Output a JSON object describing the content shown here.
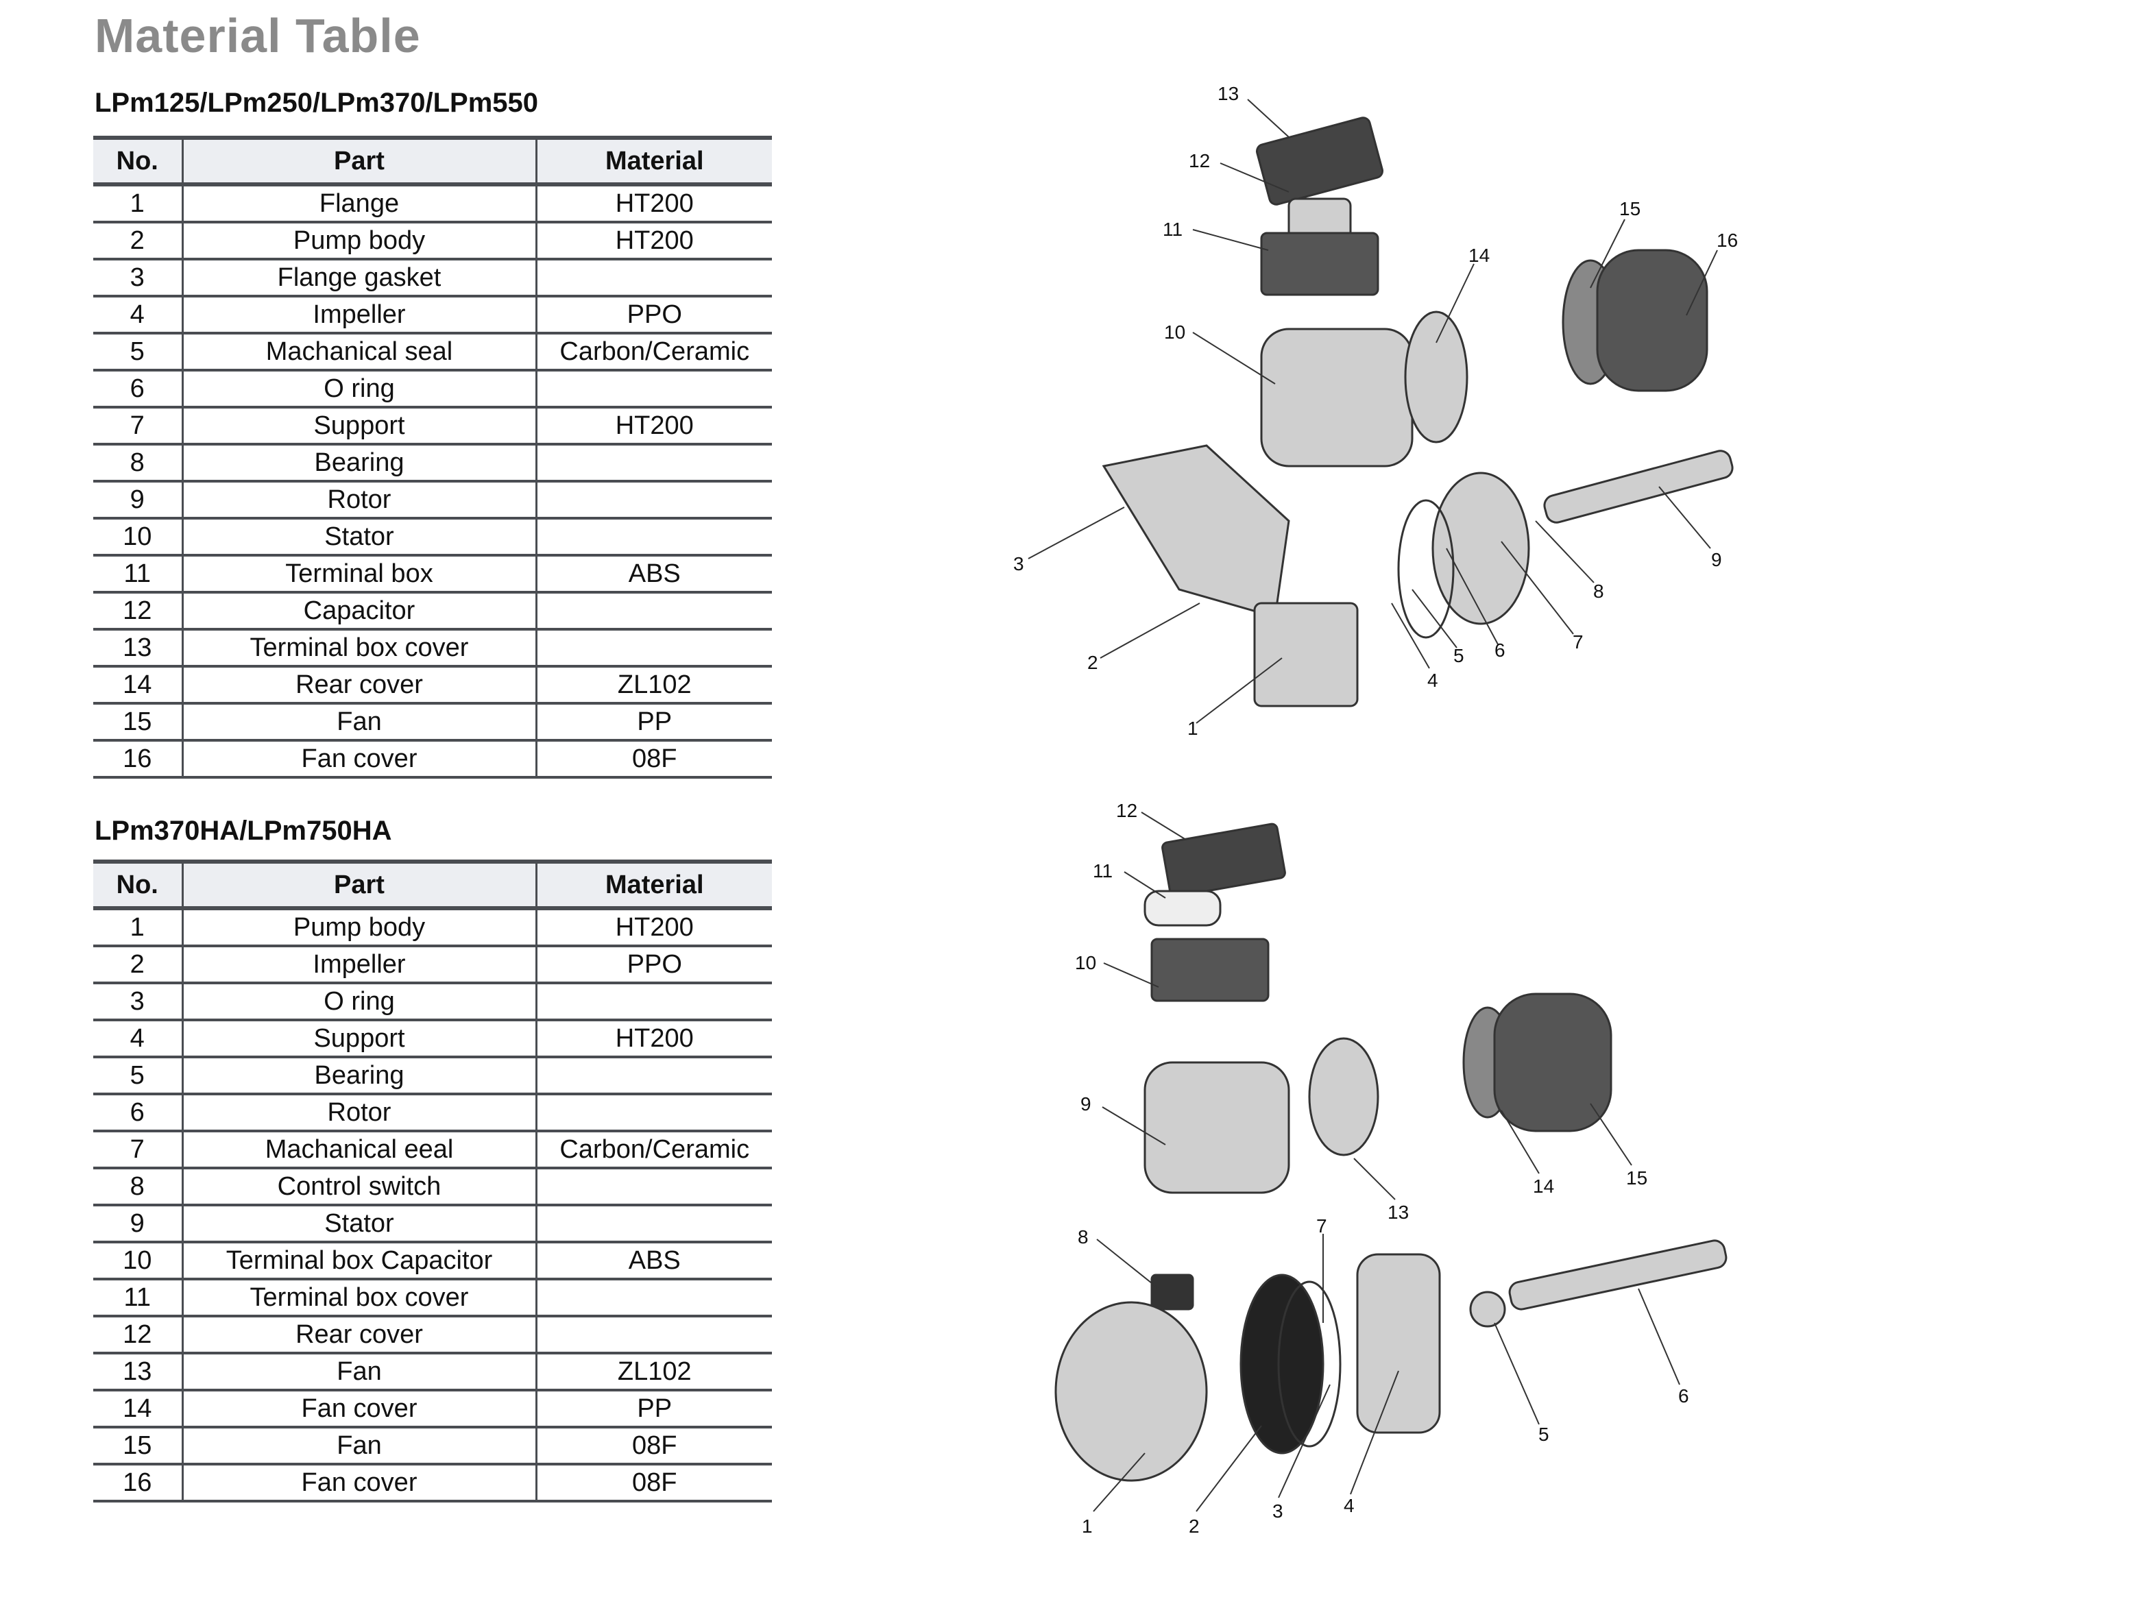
{
  "title": "Material Table",
  "table1": {
    "subtitle": "LPm125/LPm250/LPm370/LPm550",
    "headers": [
      "No.",
      "Part",
      "Material"
    ],
    "rows": [
      [
        "1",
        "Flange",
        "HT200"
      ],
      [
        "2",
        "Pump body",
        "HT200"
      ],
      [
        "3",
        "Flange gasket",
        ""
      ],
      [
        "4",
        "Impeller",
        "PPO"
      ],
      [
        "5",
        "Machanical seal",
        "Carbon/Ceramic"
      ],
      [
        "6",
        "O ring",
        ""
      ],
      [
        "7",
        "Support",
        "HT200"
      ],
      [
        "8",
        "Bearing",
        ""
      ],
      [
        "9",
        "Rotor",
        ""
      ],
      [
        "10",
        "Stator",
        ""
      ],
      [
        "11",
        "Terminal box",
        "ABS"
      ],
      [
        "12",
        "Capacitor",
        ""
      ],
      [
        "13",
        "Terminal box cover",
        ""
      ],
      [
        "14",
        "Rear cover",
        "ZL102"
      ],
      [
        "15",
        "Fan",
        "PP"
      ],
      [
        "16",
        "Fan cover",
        "08F"
      ]
    ]
  },
  "table2": {
    "subtitle": "LPm370HA/LPm750HA",
    "headers": [
      "No.",
      "Part",
      "Material"
    ],
    "rows": [
      [
        "1",
        "Pump body",
        "HT200"
      ],
      [
        "2",
        "Impeller",
        "PPO"
      ],
      [
        "3",
        "O ring",
        ""
      ],
      [
        "4",
        "Support",
        "HT200"
      ],
      [
        "5",
        "Bearing",
        ""
      ],
      [
        "6",
        "Rotor",
        ""
      ],
      [
        "7",
        "Machanical eeal",
        "Carbon/Ceramic"
      ],
      [
        "8",
        "Control switch",
        ""
      ],
      [
        "9",
        "Stator",
        ""
      ],
      [
        "10",
        "Terminal box Capacitor",
        "ABS"
      ],
      [
        "11",
        "Terminal box cover",
        ""
      ],
      [
        "12",
        "Rear cover",
        ""
      ],
      [
        "13",
        "Fan",
        "ZL102"
      ],
      [
        "14",
        "Fan cover",
        "PP"
      ],
      [
        "15",
        "Fan",
        "08F"
      ],
      [
        "16",
        "Fan cover",
        "08F"
      ]
    ]
  },
  "diagram1": {
    "callouts": [
      "13",
      "12",
      "11",
      "10",
      "14",
      "15",
      "16",
      "3",
      "2",
      "1",
      "4",
      "5",
      "6",
      "7",
      "8",
      "9"
    ]
  },
  "diagram2": {
    "callouts": [
      "12",
      "11",
      "10",
      "9",
      "8",
      "7",
      "13",
      "14",
      "15",
      "6",
      "5",
      "1",
      "2",
      "3",
      "4"
    ]
  }
}
